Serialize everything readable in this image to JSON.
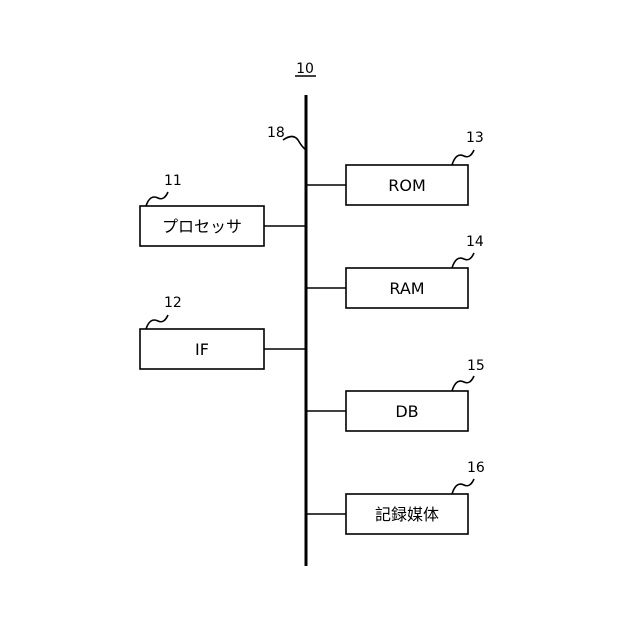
{
  "diagram": {
    "system_ref": "10",
    "bus_ref": "18",
    "blocks": {
      "processor": {
        "ref": "11",
        "label": "プロセッサ"
      },
      "interface": {
        "ref": "12",
        "label": "IF"
      },
      "rom": {
        "ref": "13",
        "label": "ROM"
      },
      "ram": {
        "ref": "14",
        "label": "RAM"
      },
      "db": {
        "ref": "15",
        "label": "DB"
      },
      "storage": {
        "ref": "16",
        "label": "記録媒体"
      }
    }
  }
}
